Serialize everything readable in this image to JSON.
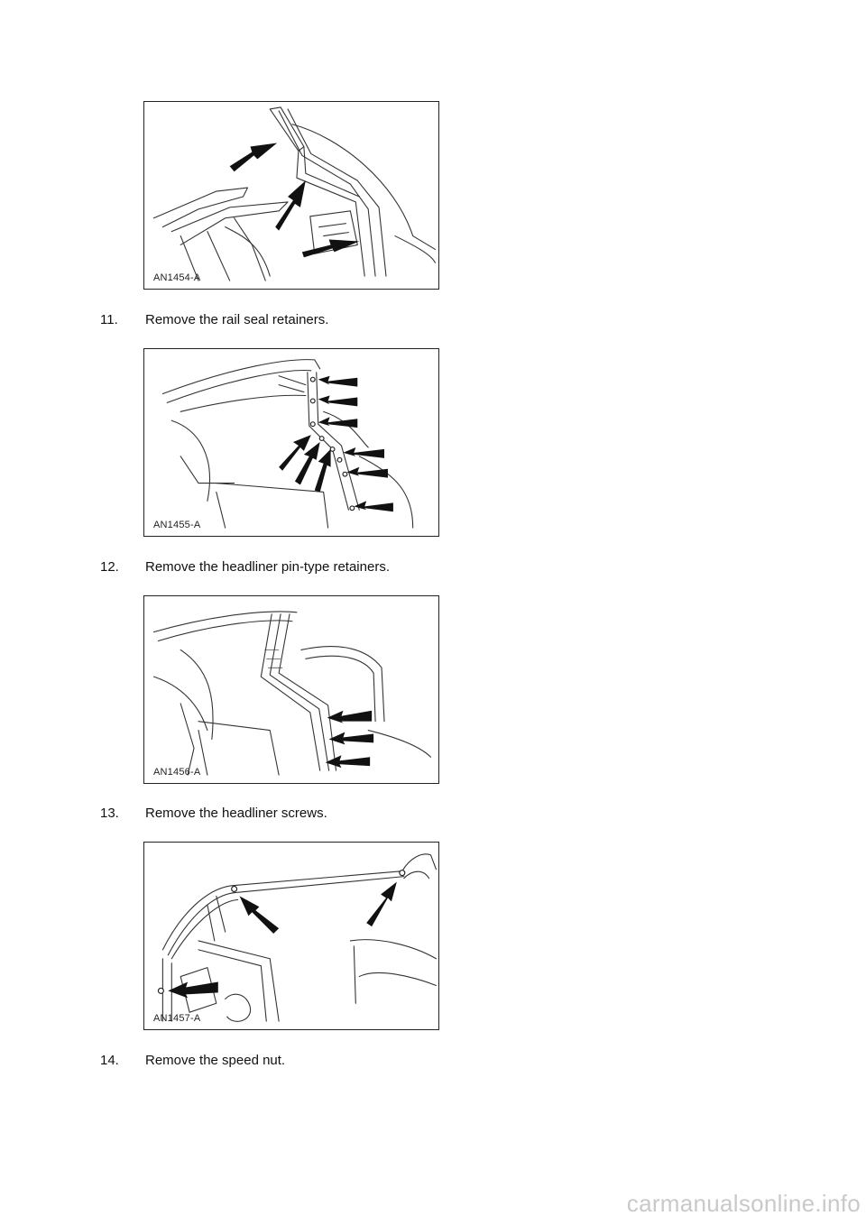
{
  "figures": [
    {
      "label": "AN1454-A"
    },
    {
      "label": "AN1455-A"
    },
    {
      "label": "AN1456-A"
    },
    {
      "label": "AN1457-A"
    }
  ],
  "steps": [
    {
      "number": "11.",
      "text": "Remove the rail seal retainers."
    },
    {
      "number": "12.",
      "text": "Remove the headliner pin-type retainers."
    },
    {
      "number": "13.",
      "text": "Remove the headliner screws."
    },
    {
      "number": "14.",
      "text": "Remove the speed nut."
    }
  ],
  "watermark": "carmanualsonline.info"
}
